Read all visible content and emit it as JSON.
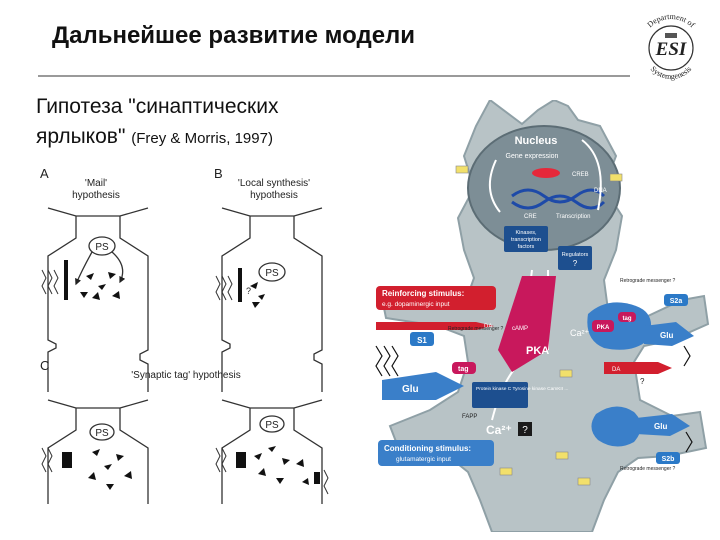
{
  "header": {
    "title": "Дальнейшее развитие модели",
    "logo_text_top": "Department of",
    "logo_text_bottom": "Systemgenesis",
    "logo_center": "ESI"
  },
  "hypothesis": {
    "line1": "Гипотеза \"синаптических",
    "line2": "ярлыков\"",
    "citation": "(Frey & Morris, 1997)"
  },
  "panels": {
    "a": {
      "letter": "A",
      "caption1": "'Mail'",
      "caption2": "hypothesis",
      "ps": "PS"
    },
    "b": {
      "letter": "B",
      "caption1": "'Local synthesis'",
      "caption2": "hypothesis",
      "ps": "PS",
      "question": "?"
    },
    "c": {
      "letter": "C",
      "caption": "'Synaptic tag' hypothesis",
      "ps1": "PS",
      "ps2": "PS"
    }
  },
  "neuron": {
    "nucleus": "Nucleus",
    "gene_expression": "Gene expression",
    "creb": "CREB",
    "dna": "DNA",
    "cre": "CRE",
    "transcription": "Transcription",
    "kinases": "Kinases,",
    "kinases2": "transcription",
    "kinases3": "factors",
    "regulators": "Regulators",
    "reinforcing_title": "Reinforcing stimulus:",
    "reinforcing_sub": "e.g. dopaminergic input",
    "conditioning_title": "Conditioning stimulus:",
    "conditioning_sub": "glutamatergic input",
    "s1": "S1",
    "s2a": "S2a",
    "s2b": "S2b",
    "pka": "PKA",
    "pka_small": "PKA",
    "camp": "cAMP",
    "ca1": "Ca²⁺",
    "ca2": "Ca²⁺",
    "glu1": "Glu",
    "glu2": "Glu",
    "glu3": "Glu",
    "tag": "tag",
    "tag2": "tag",
    "da1": "DA",
    "da2": "DA",
    "retro1": "Retrograde messenger ?",
    "retro2": "Retrograde messenger ?",
    "retro3": "Retrograde messenger ?",
    "kinases_list": "Protein kinase C Tyrosine kinase CamKII ...",
    "fapp": "FAPP",
    "q1": "?",
    "q2": "?",
    "q3": "?"
  }
}
